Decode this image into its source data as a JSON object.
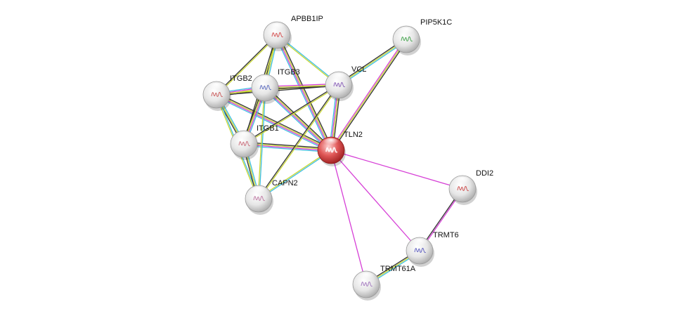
{
  "network": {
    "nodes": [
      {
        "id": "APBB1IP",
        "label": "APBB1IP",
        "query": false,
        "art": "#d03a3a"
      },
      {
        "id": "PIP5K1C",
        "label": "PIP5K1C",
        "query": false,
        "art": "#2f9a3a"
      },
      {
        "id": "ITGB2",
        "label": "ITGB2",
        "query": false,
        "art": "#c44a4a"
      },
      {
        "id": "ITGB3",
        "label": "ITGB3",
        "query": false,
        "art": "#4a5ab8"
      },
      {
        "id": "VCL",
        "label": "VCL",
        "query": false,
        "art": "#7a4ab0"
      },
      {
        "id": "ITGB1",
        "label": "ITGB1",
        "query": false,
        "art": "#c45a6a"
      },
      {
        "id": "TLN2",
        "label": "TLN2",
        "query": true,
        "art": "#ffffff"
      },
      {
        "id": "CAPN2",
        "label": "CAPN2",
        "query": false,
        "art": "#b86a9a"
      },
      {
        "id": "DDI2",
        "label": "DDI2",
        "query": false,
        "art": "#c83a3a"
      },
      {
        "id": "TRMT6",
        "label": "TRMT6",
        "query": false,
        "art": "#4a4ab8"
      },
      {
        "id": "TRMT61A",
        "label": "TRMT61A",
        "query": false,
        "art": "#9a6ab8"
      }
    ],
    "edges": [
      {
        "from": "TLN2",
        "to": "APBB1IP",
        "evidence": [
          "cyan",
          "magenta",
          "yellow",
          "black"
        ]
      },
      {
        "from": "TLN2",
        "to": "PIP5K1C",
        "evidence": [
          "magenta",
          "yellow",
          "black"
        ]
      },
      {
        "from": "TLN2",
        "to": "ITGB2",
        "evidence": [
          "cyan",
          "magenta",
          "yellow",
          "black"
        ]
      },
      {
        "from": "TLN2",
        "to": "ITGB3",
        "evidence": [
          "cyan",
          "magenta",
          "yellow",
          "black"
        ]
      },
      {
        "from": "TLN2",
        "to": "VCL",
        "evidence": [
          "cyan",
          "magenta",
          "yellow",
          "black"
        ]
      },
      {
        "from": "TLN2",
        "to": "ITGB1",
        "evidence": [
          "cyan",
          "magenta",
          "yellow",
          "black"
        ]
      },
      {
        "from": "TLN2",
        "to": "CAPN2",
        "evidence": [
          "cyan",
          "yellow"
        ]
      },
      {
        "from": "TLN2",
        "to": "DDI2",
        "evidence": [
          "magenta"
        ]
      },
      {
        "from": "TLN2",
        "to": "TRMT6",
        "evidence": [
          "magenta"
        ]
      },
      {
        "from": "TLN2",
        "to": "TRMT61A",
        "evidence": [
          "magenta"
        ]
      },
      {
        "from": "APBB1IP",
        "to": "ITGB2",
        "evidence": [
          "yellow",
          "black"
        ]
      },
      {
        "from": "APBB1IP",
        "to": "ITGB3",
        "evidence": [
          "cyan",
          "yellow",
          "black"
        ]
      },
      {
        "from": "APBB1IP",
        "to": "VCL",
        "evidence": [
          "cyan",
          "yellow"
        ]
      },
      {
        "from": "APBB1IP",
        "to": "ITGB1",
        "evidence": [
          "yellow",
          "black"
        ]
      },
      {
        "from": "PIP5K1C",
        "to": "VCL",
        "evidence": [
          "cyan",
          "yellow",
          "black"
        ]
      },
      {
        "from": "ITGB2",
        "to": "ITGB3",
        "evidence": [
          "cyan",
          "magenta",
          "yellow",
          "black"
        ]
      },
      {
        "from": "ITGB2",
        "to": "VCL",
        "evidence": [
          "yellow",
          "black"
        ]
      },
      {
        "from": "ITGB2",
        "to": "ITGB1",
        "evidence": [
          "cyan",
          "yellow",
          "black"
        ]
      },
      {
        "from": "ITGB2",
        "to": "CAPN2",
        "evidence": [
          "cyan",
          "yellow"
        ]
      },
      {
        "from": "ITGB3",
        "to": "VCL",
        "evidence": [
          "magenta",
          "yellow",
          "black"
        ]
      },
      {
        "from": "ITGB3",
        "to": "ITGB1",
        "evidence": [
          "cyan",
          "magenta",
          "yellow",
          "black"
        ]
      },
      {
        "from": "ITGB3",
        "to": "CAPN2",
        "evidence": [
          "cyan",
          "yellow"
        ]
      },
      {
        "from": "VCL",
        "to": "ITGB1",
        "evidence": [
          "yellow",
          "black"
        ]
      },
      {
        "from": "VCL",
        "to": "CAPN2",
        "evidence": [
          "yellow",
          "black"
        ]
      },
      {
        "from": "ITGB1",
        "to": "CAPN2",
        "evidence": [
          "cyan",
          "yellow",
          "black"
        ]
      },
      {
        "from": "DDI2",
        "to": "TRMT6",
        "evidence": [
          "magenta",
          "black"
        ]
      },
      {
        "from": "TRMT6",
        "to": "TRMT61A",
        "evidence": [
          "cyan",
          "yellow",
          "black"
        ]
      }
    ],
    "evidence_colors": {
      "cyan": "#3fbfe0",
      "magenta": "#d63fd6",
      "yellow": "#c8d632",
      "black": "#333333"
    },
    "query_color": "#d94a4a",
    "node_color": "#e8e8e8"
  }
}
